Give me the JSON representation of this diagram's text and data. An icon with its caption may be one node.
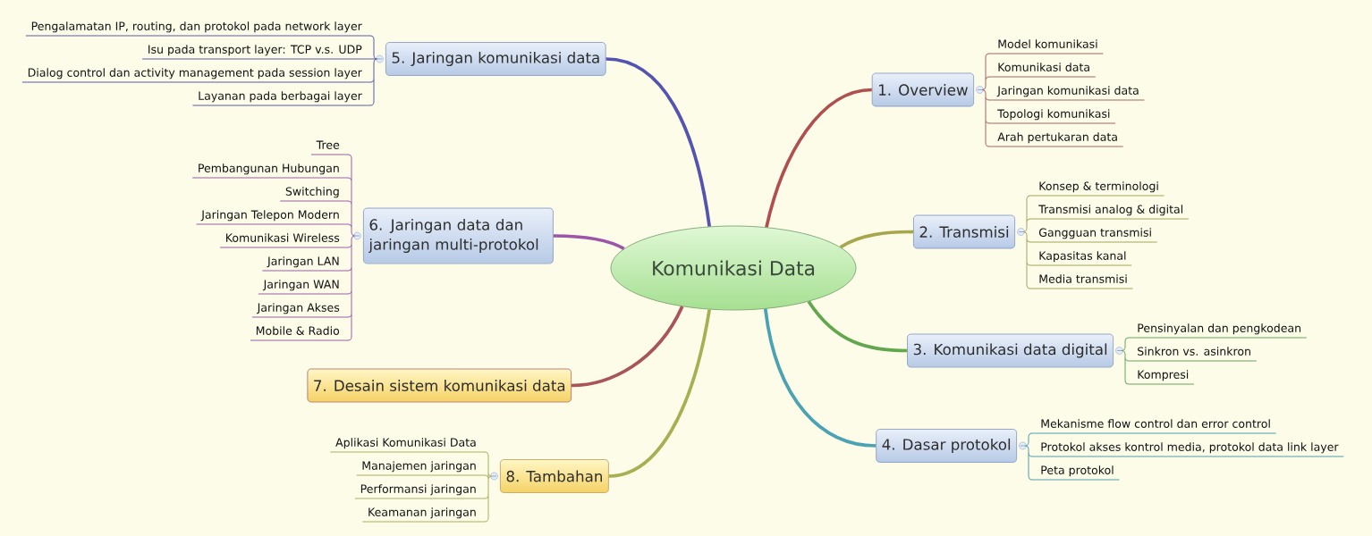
{
  "diagram": {
    "nodes": [
      {
        "text": [
          "Komunikasi Data"
        ]
      },
      {
        "text": [
          "1. Overview"
        ]
      },
      {
        "text": [
          "Model komunikasi"
        ]
      },
      {
        "text": [
          "Komunikasi data"
        ]
      },
      {
        "text": [
          "Jaringan komunikasi data"
        ]
      },
      {
        "text": [
          "Topologi komunikasi"
        ]
      },
      {
        "text": [
          "Arah pertukaran data"
        ]
      },
      {
        "text": [
          "2. Transmisi"
        ]
      },
      {
        "text": [
          "Konsep & terminologi"
        ]
      },
      {
        "text": [
          "Transmisi analog & digital"
        ]
      },
      {
        "text": [
          "Gangguan transmisi"
        ]
      },
      {
        "text": [
          "Kapasitas kanal"
        ]
      },
      {
        "text": [
          "Media transmisi"
        ]
      },
      {
        "text": [
          "3. Komunikasi data digital"
        ]
      },
      {
        "text": [
          "Pensinyalan dan pengkodean"
        ]
      },
      {
        "text": [
          "Sinkron vs. asinkron"
        ]
      },
      {
        "text": [
          "Kompresi"
        ]
      },
      {
        "text": [
          "4. Dasar protokol"
        ]
      },
      {
        "text": [
          "Mekanisme flow control dan error control"
        ]
      },
      {
        "text": [
          "Protokol akses kontrol media, protokol data link layer"
        ]
      },
      {
        "text": [
          "Peta protokol"
        ]
      },
      {
        "text": [
          "5. Jaringan komunikasi data"
        ]
      },
      {
        "text": [
          "Pengalamatan IP, routing, dan protokol pada network layer"
        ]
      },
      {
        "text": [
          "Isu pada transport layer: TCP v.s. UDP"
        ]
      },
      {
        "text": [
          "Dialog control dan activity management pada session layer"
        ]
      },
      {
        "text": [
          "Layanan pada berbagai layer"
        ]
      },
      {
        "text": [
          "6. Jaringan data dan jaringan multi-protokol"
        ]
      },
      {
        "text": [
          "Tree"
        ]
      },
      {
        "text": [
          "Pembangunan Hubungan"
        ]
      },
      {
        "text": [
          "Switching"
        ]
      },
      {
        "text": [
          "Jaringan Telepon Modern"
        ]
      },
      {
        "text": [
          "Komunikasi Wireless"
        ]
      },
      {
        "text": [
          "Jaringan LAN"
        ]
      },
      {
        "text": [
          "Jaringan WAN"
        ]
      },
      {
        "text": [
          "Jaringan Akses"
        ]
      },
      {
        "text": [
          "Mobile & Radio"
        ]
      },
      {
        "text": [
          "7. Desain sistem komunikasi data"
        ]
      },
      {
        "text": [
          "8. Tambahan"
        ]
      },
      {
        "text": [
          "Aplikasi Komunikasi Data"
        ]
      },
      {
        "text": [
          "Manajemen jaringan"
        ]
      },
      {
        "text": [
          "Performansi jaringan"
        ]
      },
      {
        "text": [
          "Keamanan jaringan"
        ]
      }
    ],
    "edges": [
      {
        "from": 0,
        "to": 1,
        "arrow": "none",
        "style": "thick",
        "color": "#b0504e"
      },
      {
        "from": 0,
        "to": 7,
        "arrow": "none",
        "style": "thick",
        "color": "#a8a64c"
      },
      {
        "from": 0,
        "to": 13,
        "arrow": "none",
        "style": "thick",
        "color": "#62a64e"
      },
      {
        "from": 0,
        "to": 17,
        "arrow": "none",
        "style": "thick",
        "color": "#4aa2b2"
      },
      {
        "from": 0,
        "to": 21,
        "arrow": "none",
        "style": "thick",
        "color": "#5454b0"
      },
      {
        "from": 0,
        "to": 26,
        "arrow": "none",
        "style": "thick",
        "color": "#9c56a8"
      },
      {
        "from": 0,
        "to": 36,
        "arrow": "none",
        "style": "thick",
        "color": "#aa5458"
      },
      {
        "from": 0,
        "to": 37,
        "arrow": "none",
        "style": "thick",
        "color": "#a8ae52"
      },
      {
        "from": 1,
        "to": 2,
        "arrow": "none",
        "color": "#a8645e"
      },
      {
        "from": 1,
        "to": 3,
        "arrow": "none",
        "color": "#a8645e"
      },
      {
        "from": 1,
        "to": 4,
        "arrow": "none",
        "color": "#a8645e"
      },
      {
        "from": 1,
        "to": 5,
        "arrow": "none",
        "color": "#a8645e"
      },
      {
        "from": 1,
        "to": 6,
        "arrow": "none",
        "color": "#a8645e"
      },
      {
        "from": 7,
        "to": 8,
        "arrow": "none",
        "color": "#a4a45a"
      },
      {
        "from": 7,
        "to": 9,
        "arrow": "none",
        "color": "#a4a45a"
      },
      {
        "from": 7,
        "to": 10,
        "arrow": "none",
        "color": "#a4a45a"
      },
      {
        "from": 7,
        "to": 11,
        "arrow": "none",
        "color": "#a4a45a"
      },
      {
        "from": 7,
        "to": 12,
        "arrow": "none",
        "color": "#a4a45a"
      },
      {
        "from": 13,
        "to": 14,
        "arrow": "none",
        "color": "#68a65a"
      },
      {
        "from": 13,
        "to": 15,
        "arrow": "none",
        "color": "#68a65a"
      },
      {
        "from": 13,
        "to": 16,
        "arrow": "none",
        "color": "#68a65a"
      },
      {
        "from": 17,
        "to": 18,
        "arrow": "none",
        "color": "#4e9eaa"
      },
      {
        "from": 17,
        "to": 19,
        "arrow": "none",
        "color": "#4e9eaa"
      },
      {
        "from": 17,
        "to": 20,
        "arrow": "none",
        "color": "#4e9eaa"
      },
      {
        "from": 21,
        "to": 22,
        "arrow": "none",
        "color": "#5a5aa8"
      },
      {
        "from": 21,
        "to": 23,
        "arrow": "none",
        "color": "#5a5aa8"
      },
      {
        "from": 21,
        "to": 24,
        "arrow": "none",
        "color": "#5a5aa8"
      },
      {
        "from": 21,
        "to": 25,
        "arrow": "none",
        "color": "#5a5aa8"
      },
      {
        "from": 26,
        "to": 27,
        "arrow": "none",
        "color": "#9a5ea4"
      },
      {
        "from": 26,
        "to": 28,
        "arrow": "none",
        "color": "#9a5ea4"
      },
      {
        "from": 26,
        "to": 29,
        "arrow": "none",
        "color": "#9a5ea4"
      },
      {
        "from": 26,
        "to": 30,
        "arrow": "none",
        "color": "#9a5ea4"
      },
      {
        "from": 26,
        "to": 31,
        "arrow": "none",
        "color": "#9a5ea4"
      },
      {
        "from": 26,
        "to": 32,
        "arrow": "none",
        "color": "#9a5ea4"
      },
      {
        "from": 26,
        "to": 33,
        "arrow": "none",
        "color": "#9a5ea4"
      },
      {
        "from": 26,
        "to": 34,
        "arrow": "none",
        "color": "#9a5ea4"
      },
      {
        "from": 26,
        "to": 35,
        "arrow": "none",
        "color": "#9a5ea4"
      },
      {
        "from": 37,
        "to": 38,
        "arrow": "none",
        "color": "#aab05c"
      },
      {
        "from": 37,
        "to": 39,
        "arrow": "none",
        "color": "#aab05c"
      },
      {
        "from": 37,
        "to": 40,
        "arrow": "none",
        "color": "#aab05c"
      },
      {
        "from": 37,
        "to": 41,
        "arrow": "none",
        "color": "#aab05c"
      }
    ]
  }
}
